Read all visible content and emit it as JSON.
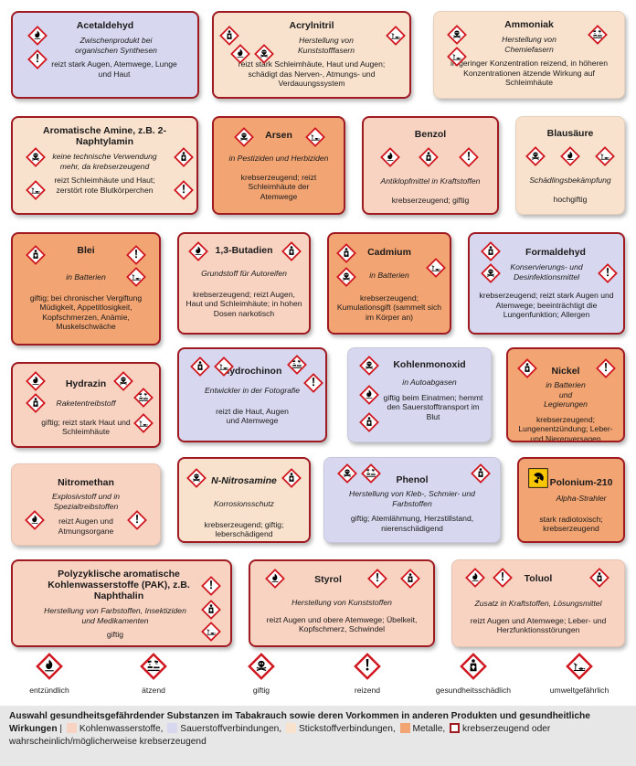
{
  "colors": {
    "kohlenwasserstoffe": "#f8d3c2",
    "sauerstoff": "#d7d8ef",
    "stickstoff": "#f8e2cd",
    "metalle": "#f2a472",
    "cancer_border": "#a01a22"
  },
  "substances": {
    "acetaldehyd": {
      "title": "Acetaldehyd",
      "use": "Zwischenprodukt bei organischen Synthesen",
      "effect": "reizt stark Augen, Atemwege, Lunge und Haut",
      "icons": [
        "flame-icon",
        "exclamation-icon"
      ]
    },
    "acrylnitril": {
      "title": "Acrylnitril",
      "use": "Herstellung von Kunststofffasern",
      "effect": "reizt stark Schleimhäute, Haut und Augen; schädigt das Nerven-, Atmungs- und Verdauungssystem",
      "icons": [
        "health-hazard-icon",
        "flame-icon",
        "skull-icon",
        "environment-icon"
      ]
    },
    "ammoniak": {
      "title": "Ammoniak",
      "use": "Herstellung von Chemiefasern",
      "effect": "in geringer Konzentration reizend, in höheren Konzentrationen ätzende Wirkung auf Schleimhäute",
      "icons": [
        "skull-icon",
        "corrosive-icon",
        "environment-icon"
      ]
    },
    "amine": {
      "title": "Aromatische Amine, z.B. 2-Naphtylamin",
      "use": "keine technische Verwendung mehr, da krebserzeugend",
      "effect": "reizt Schleimhäute und Haut; zerstört rote Blutkörperchen",
      "icons": [
        "skull-icon",
        "health-hazard-icon",
        "environment-icon",
        "exclamation-icon"
      ]
    },
    "arsen": {
      "title": "Arsen",
      "use": "in Pestiziden und Herbiziden",
      "effect": "krebserzeugend; reizt Schleimhäute der Atemwege",
      "icons": [
        "skull-icon",
        "environment-icon"
      ]
    },
    "benzol": {
      "title": "Benzol",
      "use": "Antiklopfmittel in Kraftstoffen",
      "effect": "krebserzeugend; giftig",
      "icons": [
        "flame-icon",
        "health-hazard-icon",
        "exclamation-icon"
      ]
    },
    "blausaeure": {
      "title": "Blausäure",
      "use": "Schädlingsbekämpfung",
      "effect": "hochgiftig",
      "icons": [
        "skull-icon",
        "flame-icon",
        "environment-icon"
      ]
    },
    "blei": {
      "title": "Blei",
      "use": "in Batterien",
      "effect": "giftig; bei chronischer Vergiftung Müdigkeit, Appetitlosigkeit, Kopfschmerzen, Anämie, Muskelschwäche",
      "icons": [
        "health-hazard-icon",
        "exclamation-icon",
        "environment-icon"
      ]
    },
    "butadien": {
      "title": "1,3-Butadien",
      "use": "Grundstoff für Autoreifen",
      "effect": "krebserzeugend; reizt Augen, Haut und Schleimhäute; in hohen Dosen narkotisch",
      "icons": [
        "flame-icon",
        "health-hazard-icon"
      ]
    },
    "cadmium": {
      "title": "Cadmium",
      "use": "in Batterien",
      "effect": "krebserzeugend; Kumulationsgift (sammelt sich im Körper an)",
      "icons": [
        "health-hazard-icon",
        "environment-icon",
        "skull-icon"
      ]
    },
    "formaldehyd": {
      "title": "Formaldehyd",
      "use": "Konservierungs- und Desinfektionsmittel",
      "effect": "krebserzeugend; reizt stark Augen und Atemwege; beeinträchtigt die Lungenfunktion; Allergen",
      "icons": [
        "health-hazard-icon",
        "skull-icon",
        "exclamation-icon"
      ]
    },
    "hydrazin": {
      "title": "Hydrazin",
      "use": "Raketentreibstoff",
      "effect": "giftig; reizt stark Haut und Schleimhäute",
      "icons": [
        "flame-icon",
        "health-hazard-icon",
        "skull-icon",
        "corrosive-icon",
        "environment-icon"
      ]
    },
    "hydrochinon": {
      "title": "Hydrochinon",
      "use": "Entwickler in der Fotografie",
      "effect": "reizt die Haut, Augen und Atemwege",
      "icons": [
        "health-hazard-icon",
        "environment-icon",
        "corrosive-icon",
        "exclamation-icon"
      ]
    },
    "kohlenmonoxid": {
      "title": "Kohlenmonoxid",
      "use": "in Autoabgasen",
      "effect": "giftig beim Einatmen; hemmt den Sauerstofftransport im Blut",
      "icons": [
        "skull-icon",
        "flame-icon",
        "health-hazard-icon"
      ]
    },
    "nickel": {
      "title": "Nickel",
      "use": "in Batterien und Legierungen",
      "effect": "krebserzeugend; Lungenentzündung; Leber- und Nierenversagen",
      "icons": [
        "health-hazard-icon",
        "exclamation-icon"
      ]
    },
    "nitromethan": {
      "title": "Nitromethan",
      "use": "Explosivstoff und in Spezialtreibstoffen",
      "effect": "reizt Augen und Atmungsorgane",
      "icons": [
        "flame-icon",
        "exclamation-icon"
      ]
    },
    "nitrosamine": {
      "title": "N-Nitrosamine",
      "use": "Korrosionsschutz",
      "effect": "krebserzeugend; giftig; leberschädigend",
      "icons": [
        "skull-icon",
        "health-hazard-icon"
      ]
    },
    "phenol": {
      "title": "Phenol",
      "use": "Herstellung von Kleb-, Schmier- und Farbstoffen",
      "effect": "giftig; Atemlähmung, Herzstillstand, nierenschädigend",
      "icons": [
        "skull-icon",
        "corrosive-icon",
        "health-hazard-icon"
      ]
    },
    "polonium": {
      "title": "Polonium-210",
      "use": "Alpha-Strahler",
      "effect": "stark radiotoxisch; krebserzeugend",
      "icons": [
        "radiation-icon"
      ]
    },
    "pak": {
      "title": "Polyzyklische aromatische Kohlenwasserstoffe (PAK), z.B. Naphthalin",
      "use": "Herstellung von Farbstoffen, Insektiziden und Medikamenten",
      "effect": "giftig",
      "icons": [
        "exclamation-icon",
        "health-hazard-icon",
        "environment-icon"
      ]
    },
    "styrol": {
      "title": "Styrol",
      "use": "Herstellung von Kunststoffen",
      "effect": "reizt Augen und obere Atemwege; Übelkeit, Kopfschmerz, Schwindel",
      "icons": [
        "flame-icon",
        "exclamation-icon",
        "health-hazard-icon"
      ]
    },
    "toluol": {
      "title": "Toluol",
      "use": "Zusatz in Kraftstoffen, Lösungsmittel",
      "effect": "reizt Augen und Atemwege; Leber- und Herzfunktionsstörungen",
      "icons": [
        "flame-icon",
        "exclamation-icon",
        "health-hazard-icon"
      ]
    }
  },
  "legend": [
    {
      "icon": "flame-icon",
      "label": "entzündlich"
    },
    {
      "icon": "corrosive-icon",
      "label": "ätzend"
    },
    {
      "icon": "skull-icon",
      "label": "giftig"
    },
    {
      "icon": "exclamation-icon",
      "label": "reizend"
    },
    {
      "icon": "health-hazard-icon",
      "label": "gesundheitsschädlich"
    },
    {
      "icon": "environment-icon",
      "label": "umweltgefährlich"
    }
  ],
  "caption": {
    "bold": "Auswahl gesundheitsgefährdender Substanzen im Tabakrauch sowie deren Vorkommen in anderen Produkten und gesundheitliche Wirkungen",
    "sep": "|",
    "kohlenwasserstoffe": "Kohlenwasserstoffe,",
    "sauerstoff": "Sauerstoffverbindungen,",
    "stickstoff": "Stickstoffverbindungen,",
    "metalle": "Metalle,",
    "krebs": "krebserzeugend oder wahrscheinlich/möglicherweise krebserzeugend"
  }
}
